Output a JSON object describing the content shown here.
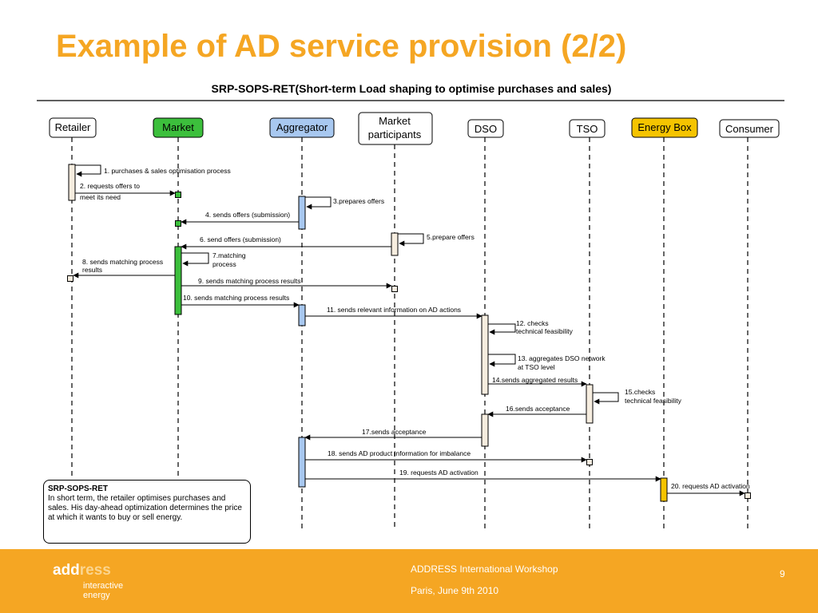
{
  "title": "Example of AD service provision (2/2)",
  "subtitle": "SRP-SOPS-RET(Short-term Load shaping to optimise purchases and sales)",
  "actors": [
    {
      "id": "retailer",
      "label": "Retailer",
      "color": "#ffffff"
    },
    {
      "id": "market",
      "label": "Market",
      "color": "#3cbf3c"
    },
    {
      "id": "aggregator",
      "label": "Aggregator",
      "color": "#a8c8f0"
    },
    {
      "id": "market-participants",
      "label": "Market participants",
      "color": "#ffffff"
    },
    {
      "id": "dso",
      "label": "DSO",
      "color": "#ffffff"
    },
    {
      "id": "tso",
      "label": "TSO",
      "color": "#ffffff"
    },
    {
      "id": "energy-box",
      "label": "Energy Box",
      "color": "#f5c400"
    },
    {
      "id": "consumer",
      "label": "Consumer",
      "color": "#ffffff"
    }
  ],
  "messages": [
    {
      "text": "1. purchases & sales optimisation process",
      "from": "retailer",
      "to": "retailer"
    },
    {
      "text": "2. requests offers to meet its need",
      "from": "retailer",
      "to": "market"
    },
    {
      "text": "3.prepares offers",
      "from": "aggregator",
      "to": "aggregator"
    },
    {
      "text": "4. sends offers (submission)",
      "from": "aggregator",
      "to": "market"
    },
    {
      "text": "5.prepare offers",
      "from": "market-participants",
      "to": "market-participants"
    },
    {
      "text": "6. send offers (submission)",
      "from": "market-participants",
      "to": "market"
    },
    {
      "text": "7.matching process",
      "from": "market",
      "to": "market"
    },
    {
      "text": "8. sends matching process results",
      "from": "market",
      "to": "retailer"
    },
    {
      "text": "9. sends matching process results",
      "from": "market",
      "to": "market-participants"
    },
    {
      "text": "10. sends matching process results",
      "from": "market",
      "to": "aggregator"
    },
    {
      "text": "11. sends relevant information on AD actions",
      "from": "aggregator",
      "to": "dso"
    },
    {
      "text": "12. checks technical feasibility",
      "from": "dso",
      "to": "dso"
    },
    {
      "text": "13. aggregates DSO network at TSO level",
      "from": "dso",
      "to": "dso"
    },
    {
      "text": "14.sends aggregated results",
      "from": "dso",
      "to": "tso"
    },
    {
      "text": "15.checks technical feasibility",
      "from": "tso",
      "to": "tso"
    },
    {
      "text": "16.sends acceptance",
      "from": "tso",
      "to": "dso"
    },
    {
      "text": "17.sends acceptance",
      "from": "dso",
      "to": "aggregator"
    },
    {
      "text": "18. sends AD product information for imbalance",
      "from": "aggregator",
      "to": "tso"
    },
    {
      "text": "19. requests AD activation",
      "from": "aggregator",
      "to": "energy-box"
    },
    {
      "text": "20. requests AD activation",
      "from": "energy-box",
      "to": "consumer"
    }
  ],
  "note": {
    "title": "SRP-SOPS-RET",
    "body": "In short term, the retailer optimises purchases and sales. His day-ahead optimization determines the price at which it wants to buy or sell energy."
  },
  "footer": {
    "logo_bold": "add",
    "logo_light": "ress",
    "logo_sub_line1": "interactive",
    "logo_sub_line2": "energy",
    "event": "ADDRESS International Workshop",
    "place_date": "Paris, June 9th 2010",
    "page": "9"
  }
}
